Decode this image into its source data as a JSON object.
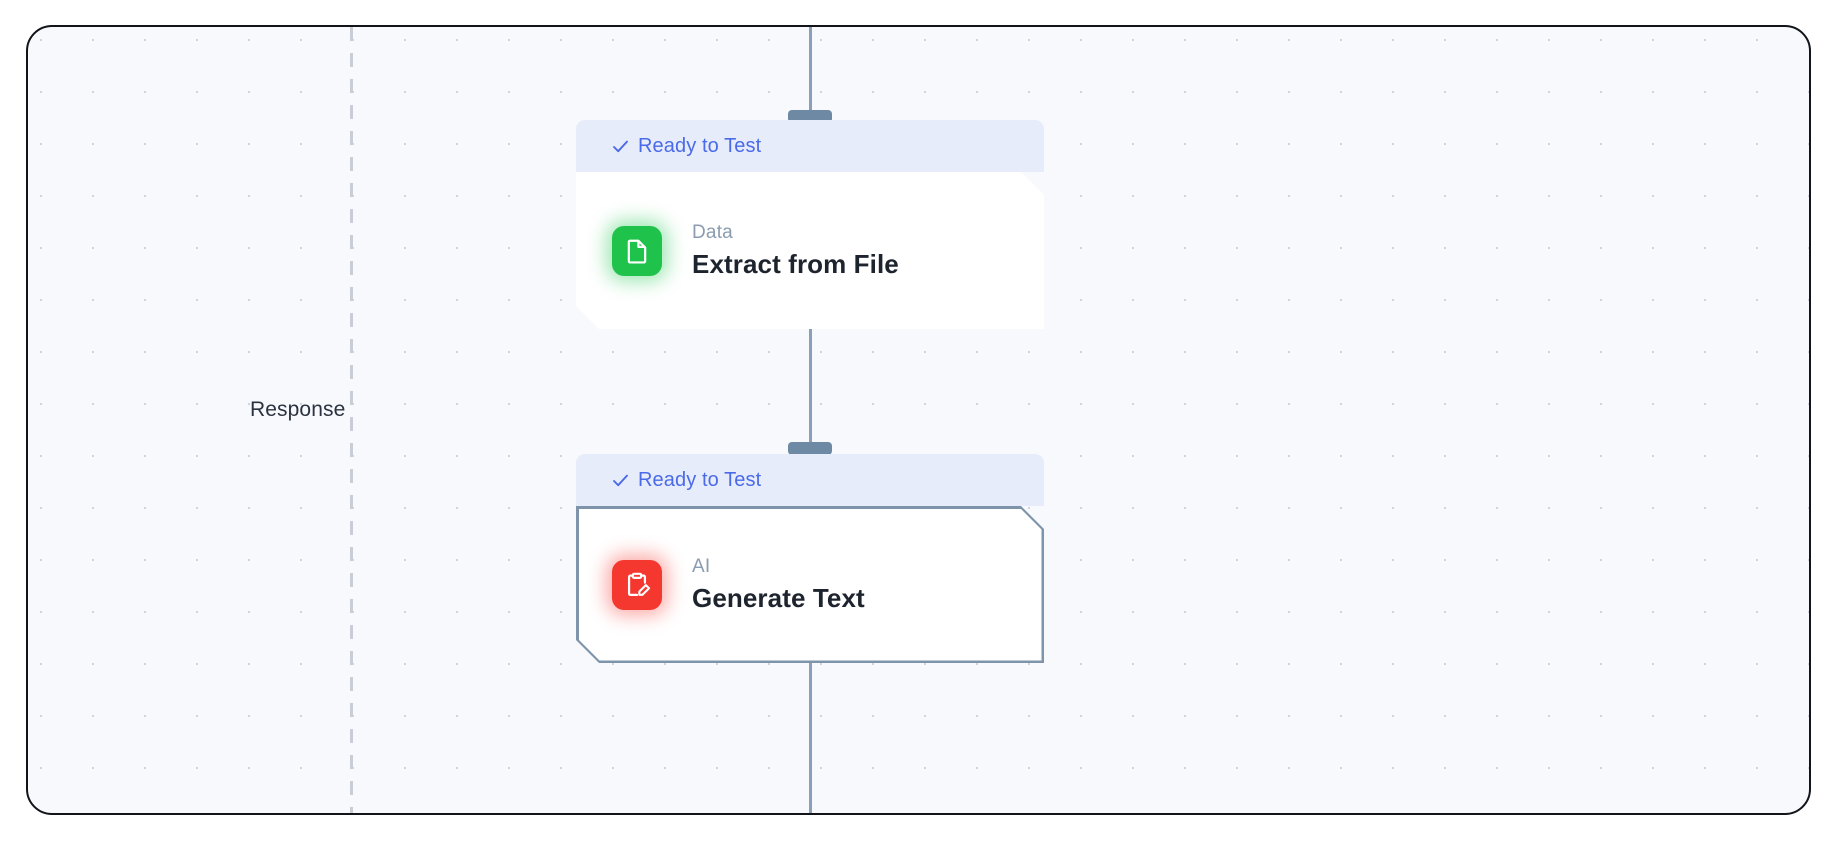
{
  "canvas": {
    "lane_label": "Response",
    "grid": "dotted",
    "divider": "dashed-vertical"
  },
  "theme": {
    "canvas_bg": "#f7f9fc",
    "grid_dot": "#cfd6e0",
    "status_bg": "#e7ecfb",
    "status_text": "#4a6ae8",
    "edge": "#8aa0b8",
    "handle": "#6e89a4",
    "selected_border": "#7d94ab",
    "node_title": "#1e242e",
    "node_kind": "#8b9cb1",
    "icon_green": "#1fc24a",
    "icon_red": "#f4372f"
  },
  "nodes": [
    {
      "id": "extract-from-file",
      "status": "Ready to Test",
      "status_icon": "check-icon",
      "kind": "Data",
      "title": "Extract from File",
      "icon": "file-document-icon",
      "icon_color": "#1fc24a",
      "selected": false
    },
    {
      "id": "generate-text",
      "status": "Ready to Test",
      "status_icon": "check-icon",
      "kind": "AI",
      "title": "Generate Text",
      "icon": "clipboard-pencil-icon",
      "icon_color": "#f4372f",
      "selected": true
    }
  ],
  "edges": [
    {
      "id": "edge-top",
      "from": "upstream",
      "to": "extract-from-file"
    },
    {
      "id": "edge-middle",
      "from": "extract-from-file",
      "to": "generate-text"
    },
    {
      "id": "edge-bottom",
      "from": "generate-text",
      "to": "downstream"
    }
  ]
}
